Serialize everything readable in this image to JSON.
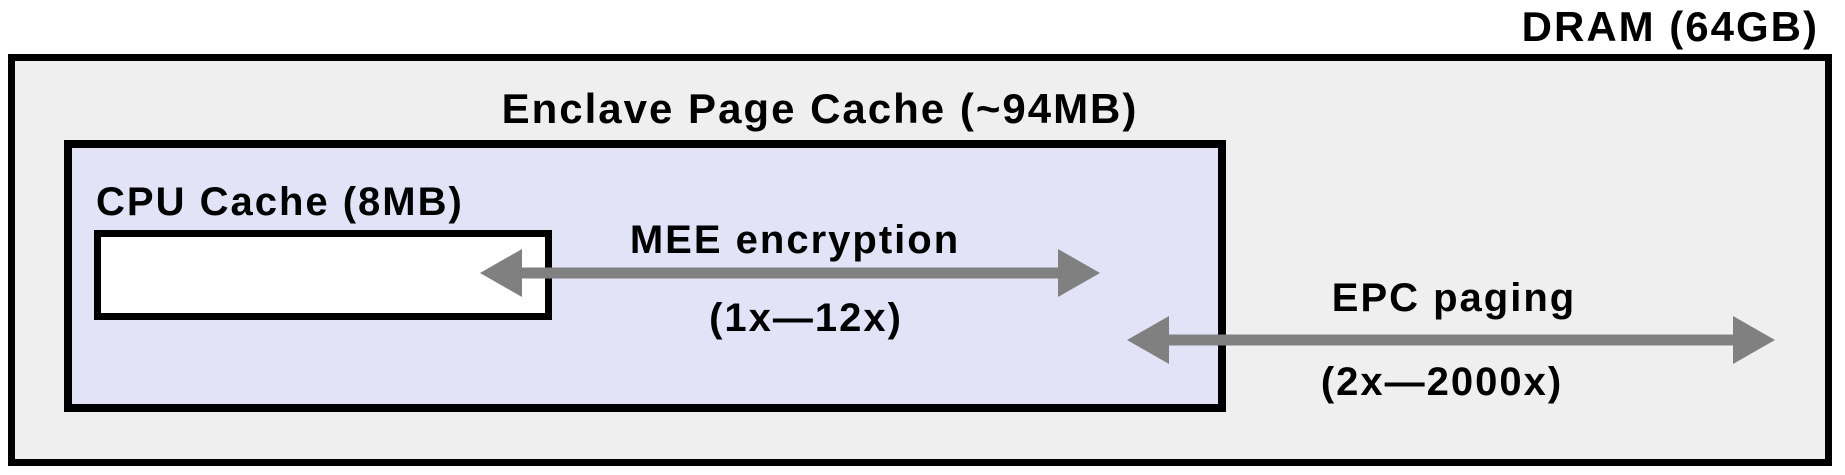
{
  "diagram": {
    "dram_label": "DRAM (64GB)",
    "epc_label": "Enclave Page Cache (~94MB)",
    "cpu_cache_label": "CPU Cache (8MB)",
    "mee_arrow": {
      "title": "MEE encryption",
      "range": "(1x—12x)"
    },
    "epc_paging_arrow": {
      "title": "EPC paging",
      "range": "(2x—2000x)"
    },
    "colors": {
      "outer_fill": "#efefef",
      "epc_fill": "#e3e3f8",
      "cpu_fill": "#ffffff",
      "border_color": "#000000",
      "arrow_color": "#808080",
      "text_color": "#000000"
    }
  }
}
